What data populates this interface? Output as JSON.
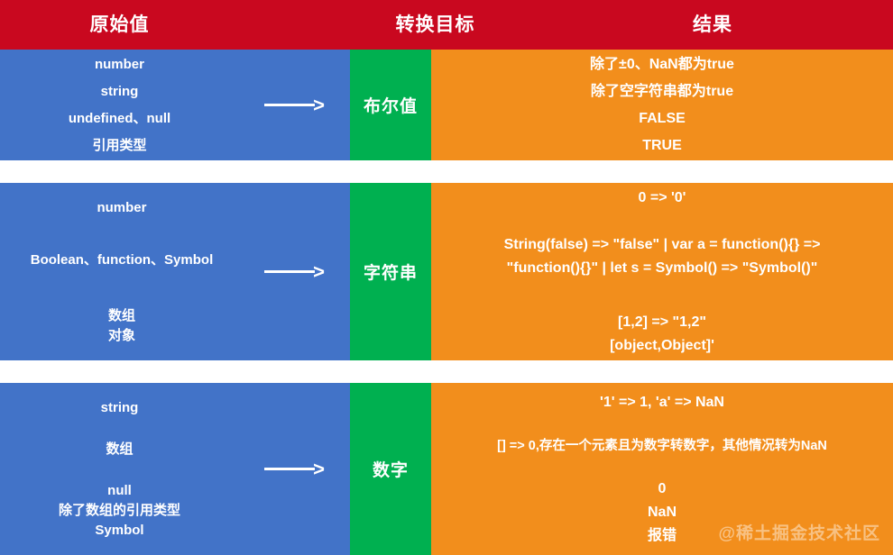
{
  "header": {
    "source_label": "原始值",
    "target_label": "转换目标",
    "result_label": "结果"
  },
  "arrow": {
    "glyph": ">"
  },
  "watermark": "@稀土掘金技术社区",
  "colors": {
    "header_red": "#C9081F",
    "source_blue": "#4273C8",
    "target_green": "#00B050",
    "result_orange": "#F28E1C",
    "text_white": "#FFFFFF"
  },
  "rows": [
    {
      "target": "布尔值",
      "sources": [
        "number",
        "string",
        "undefined、null",
        "引用类型"
      ],
      "results": [
        "除了±0、NaN都为true",
        "除了空字符串都为true",
        "FALSE",
        "TRUE"
      ]
    },
    {
      "target": "字符串",
      "sources": [
        "number",
        "Boolean、function、Symbol",
        "数组",
        "对象"
      ],
      "results": [
        "0 => '0'",
        "String(false) => \"false\" | var a = function(){} =>",
        "\"function(){}\" | let s = Symbol() => \"Symbol()\"",
        "[1,2] => \"1,2\"",
        "[object,Object]'"
      ]
    },
    {
      "target": "数字",
      "sources": [
        "string",
        "数组",
        "null",
        "除了数组的引用类型",
        "Symbol"
      ],
      "results": [
        "'1' => 1, 'a' => NaN",
        "[] => 0,存在一个元素且为数字转数字，其他情况转为NaN",
        "0",
        "NaN",
        "报错"
      ]
    }
  ]
}
